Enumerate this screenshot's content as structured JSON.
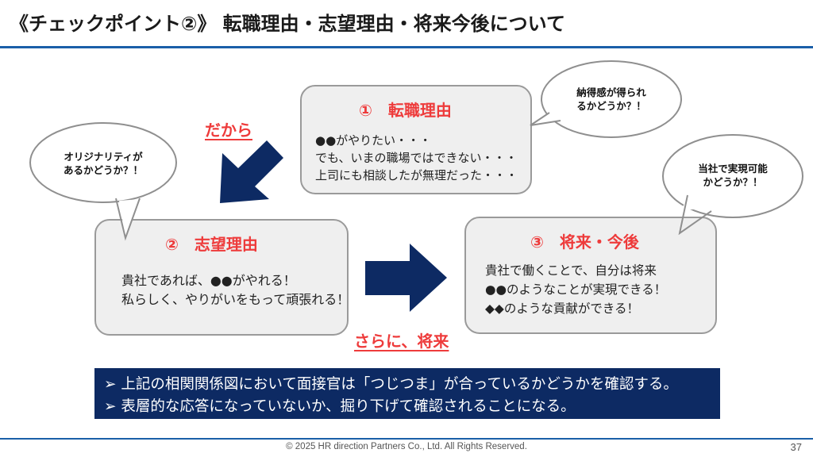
{
  "title": "《チェックポイント②》 転職理由・志望理由・将来今後について",
  "boxes": {
    "reason": {
      "title": "①　転職理由",
      "lines": [
        "●●がやりたい・・・",
        "でも、いまの職場ではできない・・・",
        "上司にも相談したが無理だった・・・"
      ]
    },
    "motive": {
      "title": "②　志望理由",
      "lines": [
        "貴社であれば、●●がやれる！",
        "私らしく、やりがいをもって頑張れる！"
      ]
    },
    "future": {
      "title": "③　将来・今後",
      "lines": [
        "貴社で働くことで、自分は将来",
        "●●のようなことが実現できる！",
        "◆◆のような貢献ができる！"
      ]
    }
  },
  "bubbles": {
    "top_right": [
      "納得感が得られ",
      "るかどうか？！"
    ],
    "left": [
      "オリジナリティが",
      "あるかどうか？！"
    ],
    "right": [
      "当社で実現可能",
      "かどうか？！"
    ]
  },
  "connectors": {
    "therefore": "だから",
    "furthermore": "さらに、将来"
  },
  "banner": [
    "➢ 上記の相関関係図において面接官は「つじつま」が合っているかどうかを確認する。",
    "➢ 表層的な応答になっていないか、掘り下げて確認されることになる。"
  ],
  "footer": {
    "copyright": "© 2025 HR direction Partners Co., Ltd. All Rights Reserved.",
    "page": "37"
  },
  "colors": {
    "accent_red": "#ee3b3b",
    "navy": "#0d2a63",
    "rule_blue": "#1a5fa8",
    "box_fill": "#efefef",
    "box_border": "#9a9a9a"
  }
}
